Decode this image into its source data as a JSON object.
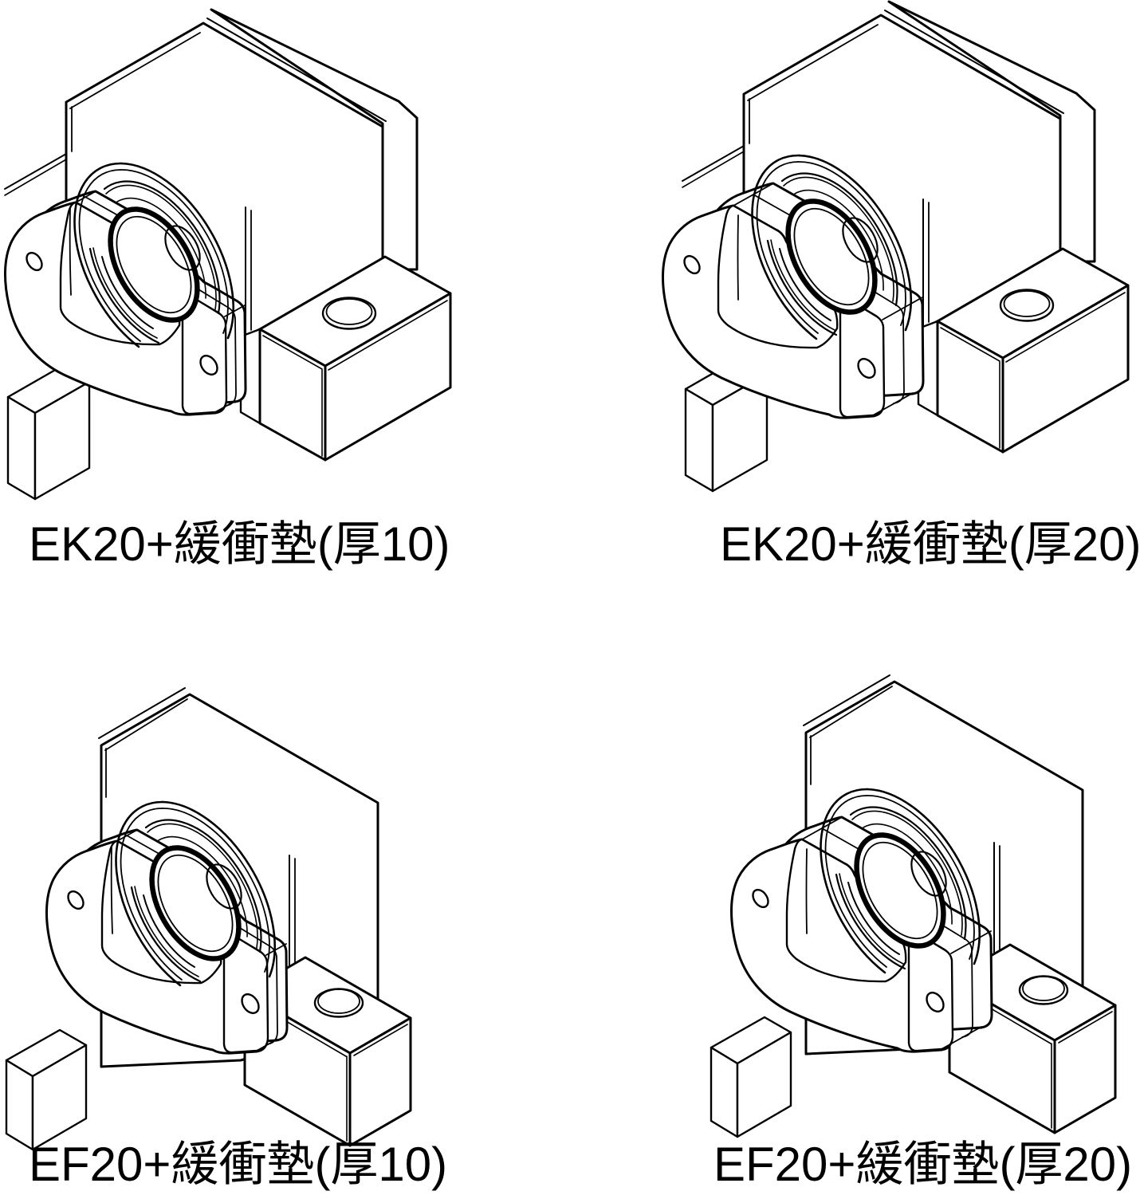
{
  "page": {
    "background_color": "#ffffff",
    "line_color": "#000000",
    "description": "four isometric line drawings of ballscrew support units with buffer pads"
  },
  "figures": [
    {
      "caption": "EK20+緩衝墊(厚10)",
      "drawing": "ek20-support-unit-with-buffer-pad-t10"
    },
    {
      "caption": "EK20+緩衝墊(厚20)",
      "drawing": "ek20-support-unit-with-buffer-pad-t20"
    },
    {
      "caption": "EF20+緩衝墊(厚10)",
      "drawing": "ef20-support-unit-with-buffer-pad-t10"
    },
    {
      "caption": "EF20+緩衝墊(厚20)",
      "drawing": "ef20-support-unit-with-buffer-pad-t20"
    }
  ]
}
